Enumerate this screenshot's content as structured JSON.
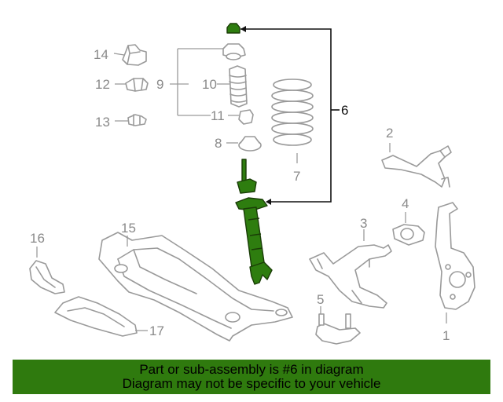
{
  "labels": {
    "n1": "1",
    "n2": "2",
    "n3": "3",
    "n4": "4",
    "n5": "5",
    "n6": "6",
    "n7": "7",
    "n8": "8",
    "n9": "9",
    "n10": "10",
    "n11": "11",
    "n12": "12",
    "n13": "13",
    "n14": "14",
    "n15": "15",
    "n16": "16",
    "n17": "17"
  },
  "highlight_color": "#2e7d0f",
  "banner": {
    "line1": "Part or sub-assembly is #6 in diagram",
    "line2": "Diagram may not be specific to your vehicle"
  }
}
